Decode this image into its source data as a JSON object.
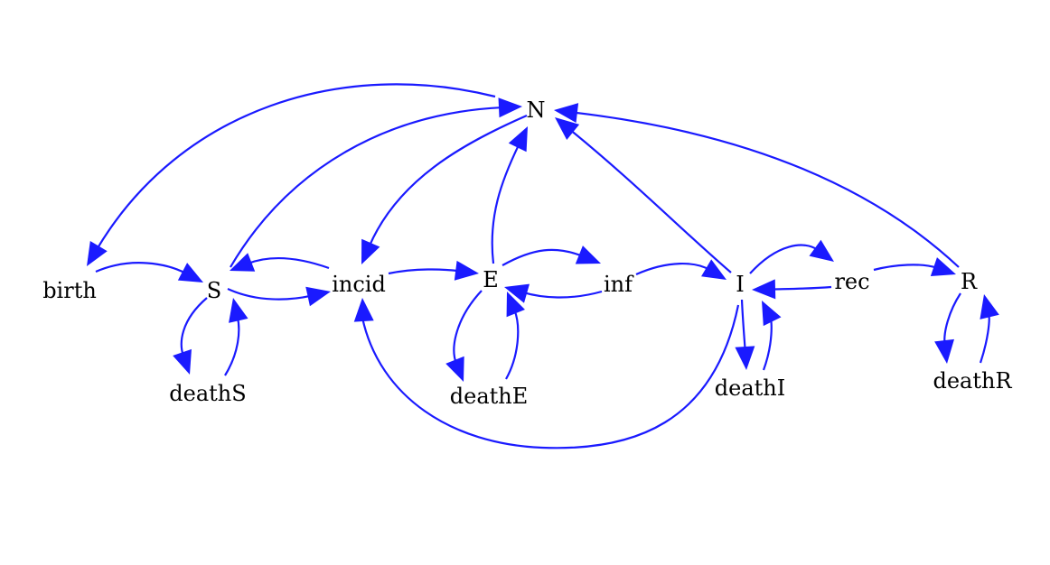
{
  "diagram": {
    "edge_color": "#1a1aff",
    "background": "#ffffff",
    "nodes": [
      {
        "id": "N",
        "label": "N"
      },
      {
        "id": "birth",
        "label": "birth"
      },
      {
        "id": "S",
        "label": "S"
      },
      {
        "id": "incid",
        "label": "incid"
      },
      {
        "id": "E",
        "label": "E"
      },
      {
        "id": "inf",
        "label": "inf"
      },
      {
        "id": "I",
        "label": "I"
      },
      {
        "id": "rec",
        "label": "rec"
      },
      {
        "id": "R",
        "label": "R"
      },
      {
        "id": "deathS",
        "label": "deathS"
      },
      {
        "id": "deathE",
        "label": "deathE"
      },
      {
        "id": "deathI",
        "label": "deathI"
      },
      {
        "id": "deathR",
        "label": "deathR"
      }
    ],
    "edges": [
      {
        "from": "N",
        "to": "birth"
      },
      {
        "from": "S",
        "to": "N"
      },
      {
        "from": "N",
        "to": "incid"
      },
      {
        "from": "E",
        "to": "N"
      },
      {
        "from": "I",
        "to": "N"
      },
      {
        "from": "R",
        "to": "N"
      },
      {
        "from": "birth",
        "to": "S"
      },
      {
        "from": "incid",
        "to": "S"
      },
      {
        "from": "S",
        "to": "incid"
      },
      {
        "from": "S",
        "to": "deathS"
      },
      {
        "from": "deathS",
        "to": "S"
      },
      {
        "from": "incid",
        "to": "E"
      },
      {
        "from": "E",
        "to": "inf"
      },
      {
        "from": "inf",
        "to": "E"
      },
      {
        "from": "E",
        "to": "deathE"
      },
      {
        "from": "deathE",
        "to": "E"
      },
      {
        "from": "inf",
        "to": "I"
      },
      {
        "from": "I",
        "to": "rec"
      },
      {
        "from": "rec",
        "to": "I"
      },
      {
        "from": "I",
        "to": "deathI"
      },
      {
        "from": "deathI",
        "to": "I"
      },
      {
        "from": "I",
        "to": "incid"
      },
      {
        "from": "rec",
        "to": "R"
      },
      {
        "from": "R",
        "to": "deathR"
      },
      {
        "from": "deathR",
        "to": "R"
      }
    ]
  }
}
